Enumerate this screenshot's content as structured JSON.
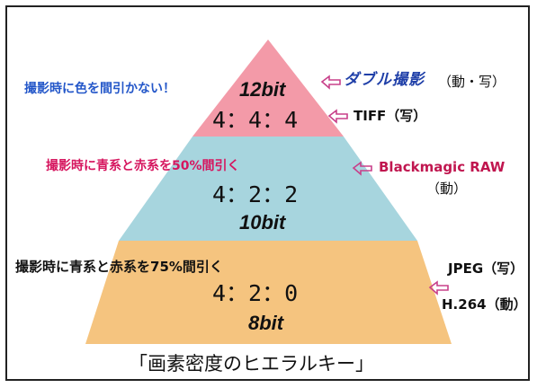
{
  "colors": {
    "top": "#f39aa8",
    "middle": "#a7d5de",
    "bottom": "#f5c47f",
    "blue_note": "#2457c9",
    "red_note": "#d6165f",
    "black_note": "#111111",
    "accent_label": "#c0164f",
    "arrow": "#c8408a"
  },
  "tiers": [
    {
      "bits": "12bit",
      "ratio": "4：4：4",
      "note": "撮影時に色を間引かない！",
      "labels": {
        "dual_styled": "ダブル撮影",
        "dual_suffix": "（動・写）",
        "tiff": "TIFF（写）"
      }
    },
    {
      "bits": "10bit",
      "ratio": "4：2：2",
      "note": "撮影時に青系と赤系を50%間引く",
      "labels": {
        "blackmagic": "Blackmagic RAW",
        "blackmagic_suffix": "（動）"
      }
    },
    {
      "bits": "8bit",
      "ratio": "4：2：0",
      "note": "撮影時に青系と赤系を75%間引く",
      "labels": {
        "jpeg": "JPEG（写）",
        "h264": "H.264（動）"
      }
    }
  ],
  "icons": {
    "arrow": "left-arrow-icon"
  },
  "caption": "「画素密度のヒエラルキー」"
}
